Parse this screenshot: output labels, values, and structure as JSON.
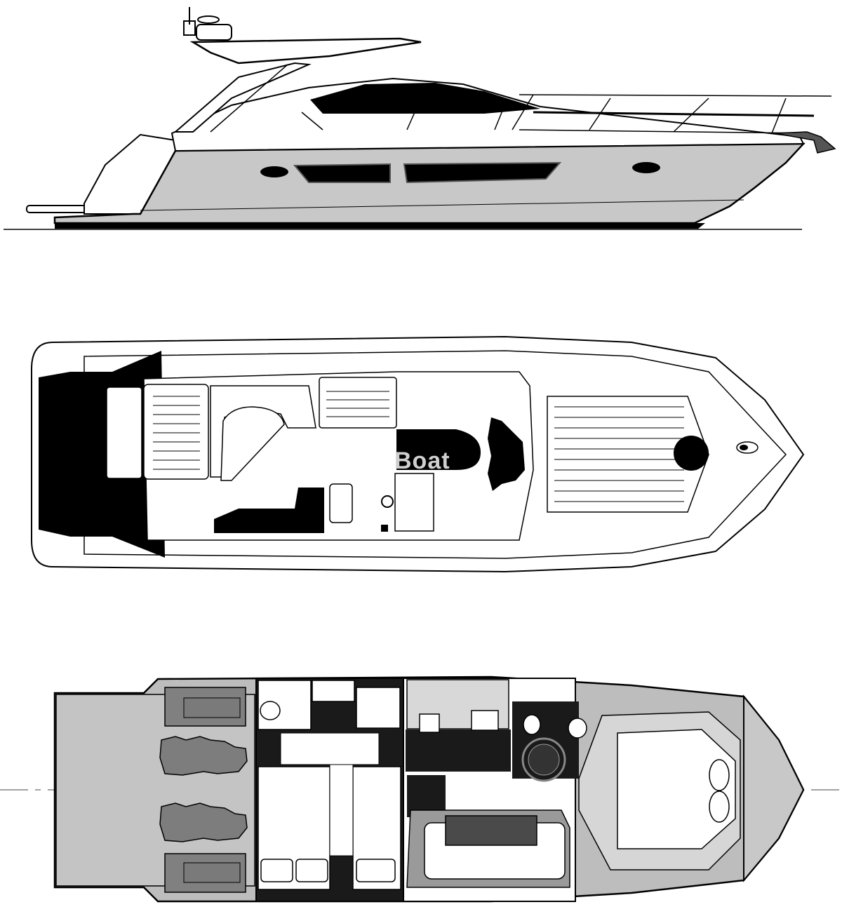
{
  "watermark": {
    "text": "Boat"
  },
  "colors": {
    "outline": "#000000",
    "hull_gray": "#c8c8c8",
    "deck_white": "#ffffff",
    "interior_gray": "#bdbdbd",
    "dark_fill": "#1a1a1a",
    "engine_gray": "#7d7d7d"
  },
  "views": [
    {
      "id": "side-profile"
    },
    {
      "id": "deck-plan"
    },
    {
      "id": "interior-layout"
    }
  ]
}
